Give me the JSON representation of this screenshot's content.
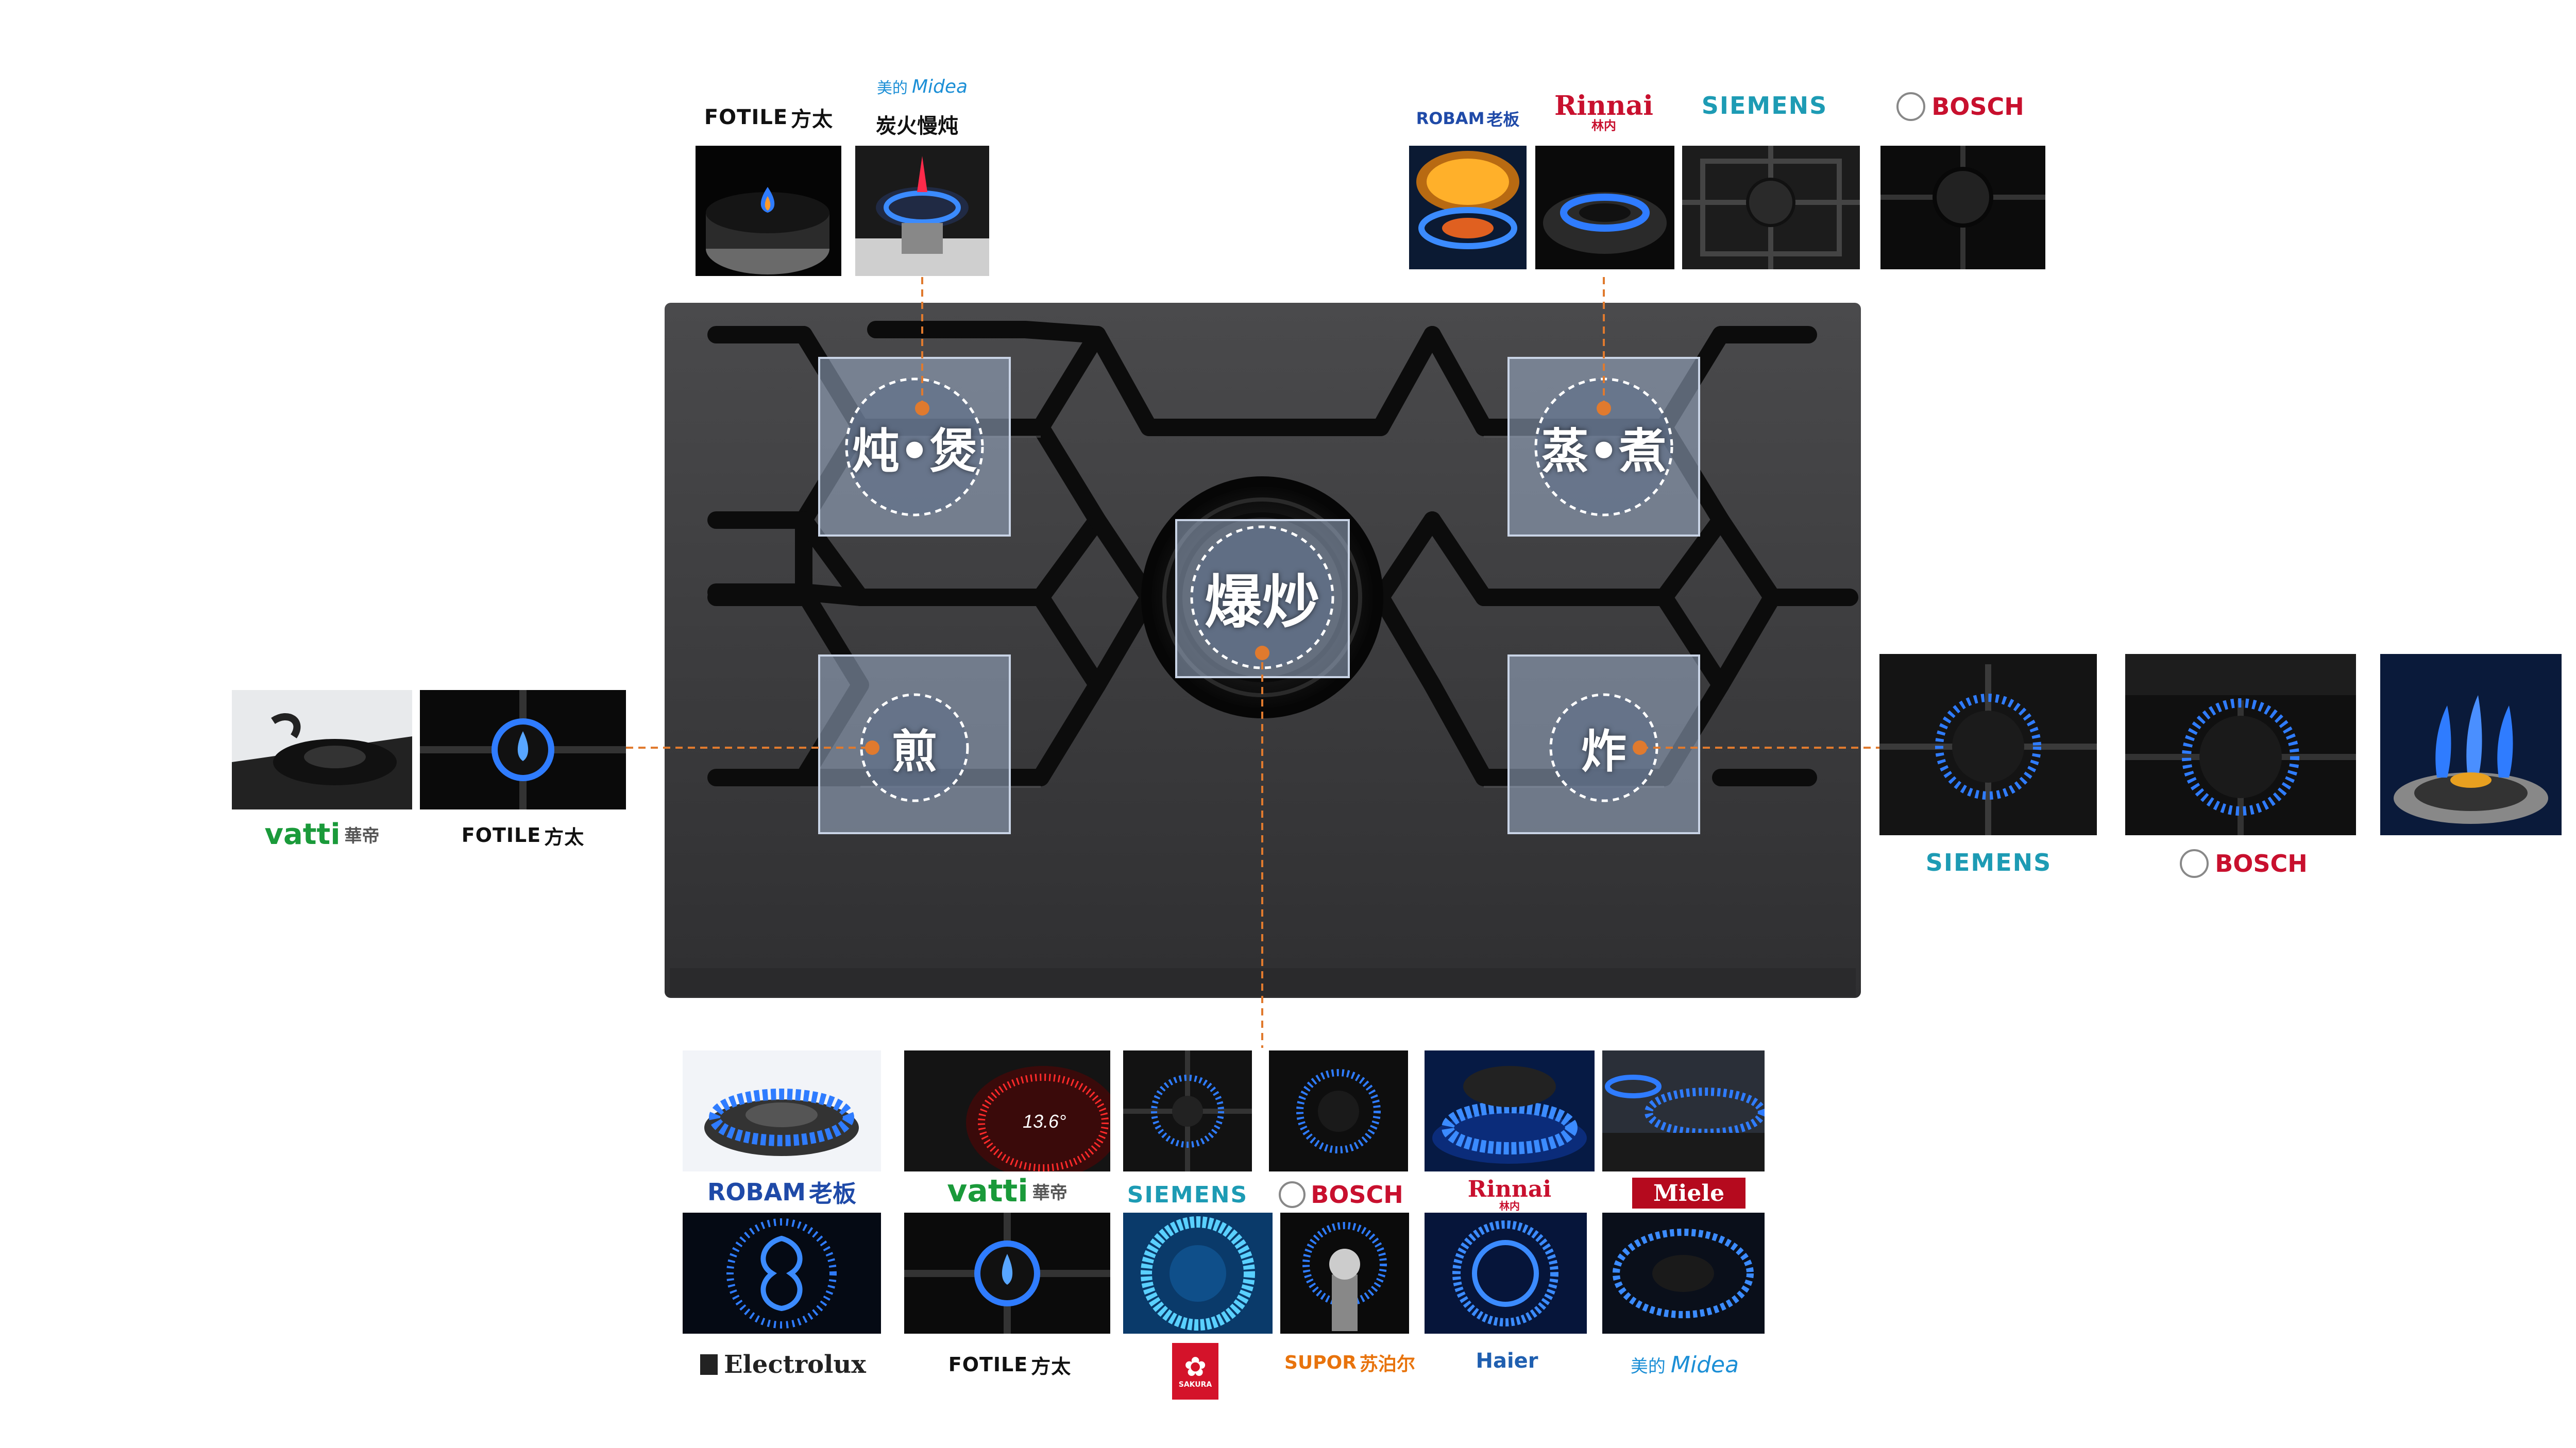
{
  "zones": {
    "stew": "炖•煲",
    "steam": "蒸•煮",
    "stirfry": "爆炒",
    "pan_fry": "煎",
    "deep_fry": "炸"
  },
  "feature": {
    "charcoal_slow_stew": "炭火慢炖"
  },
  "brands": {
    "fotile_en": "FOTILE",
    "fotile_cn": "方太",
    "midea_cn": "美的",
    "midea_en": "Midea",
    "robam_en": "ROBAM",
    "robam_cn": "老板",
    "rinnai_en": "Rinnai",
    "rinnai_cn": "林内",
    "siemens": "SIEMENS",
    "bosch": "BOSCH",
    "vatti_en": "vatti",
    "vatti_cn": "華帝",
    "miele": "Miele",
    "electrolux": "Electrolux",
    "sakura": "SAKURA",
    "supor_en": "SUPOR",
    "supor_cn": "苏泊尔",
    "haier": "Haier"
  },
  "thumb_text": {
    "vatti_temp": "13.6°"
  },
  "colors": {
    "accent_orange": "#e07a2e",
    "cooktop": "#3b3b3d",
    "flame_blue": "#2f7cff"
  }
}
